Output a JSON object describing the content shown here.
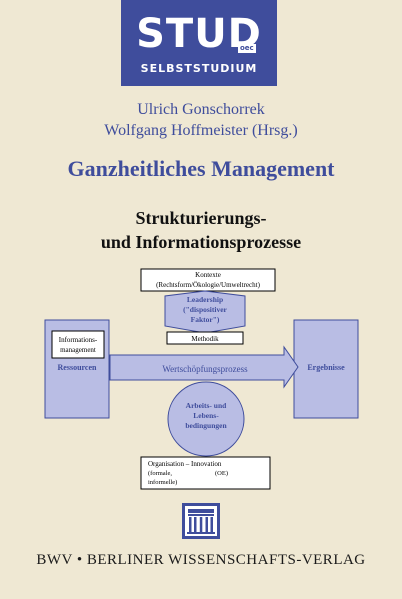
{
  "logo": {
    "main": "STUD",
    "badge": "oec",
    "sub": "SELBSTSTUDIUM"
  },
  "authors": [
    "Ulrich Gonschorrek",
    "Wolfgang Hoffmeister (Hrsg.)"
  ],
  "title": "Ganzheitliches Management",
  "subtitle": [
    "Strukturierungs-",
    "und Informationsprozesse"
  ],
  "diagram": {
    "kontexte": [
      "Kontexte",
      "(Rechtsform/Ökologie/Umweltrecht)"
    ],
    "leadership": [
      "Leadership",
      "(\"dispositiver",
      "Faktor\")"
    ],
    "methodik": "Methodik",
    "informationsmanagement": [
      "Informations-",
      "management"
    ],
    "ressourcen": "Ressourcen",
    "wertschoepfung": "Wertschöpfungsprozess",
    "ergebnisse": "Ergebnisse",
    "arbeit": [
      "Arbeits- und",
      "Lebens-",
      "bedingungen"
    ],
    "organisation": [
      "Organisation – Innovation",
      "(formale,",
      "(OE)",
      "informelle)"
    ]
  },
  "publisher": "BWV • BERLINER WISSENSCHAFTS-VERLAG",
  "colors": {
    "brand_blue": "#3f4d9c",
    "diagram_fill": "#b9bde4",
    "background": "#efe8d3"
  }
}
